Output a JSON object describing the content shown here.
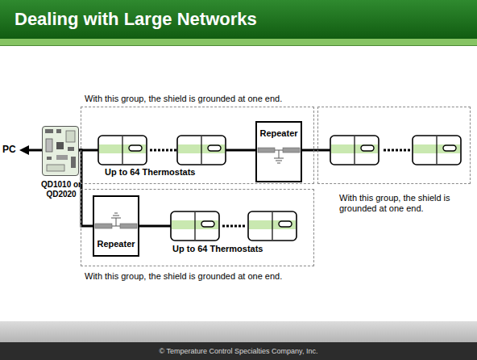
{
  "diagram": {
    "title": "Dealing with Large Networks",
    "nodes": [
      {
        "text": [
          "QD1010 or QD2020"
        ]
      },
      {
        "text": [
          "With this group, the shield is grounded at one end."
        ]
      },
      {
        "text": [
          "Repeater"
        ],
        "in": 1
      },
      {
        "text": [
          "With this group, the shield is grounded at one end."
        ]
      },
      {
        "text": [
          "With this group, the shield is grounded at one end."
        ]
      },
      {
        "text": [
          "Repeater"
        ],
        "in": 4
      }
    ],
    "edges": [
      {
        "from": 0,
        "to": 5,
        "arrow": "none"
      }
    ],
    "labels": [
      "PC",
      "Up to 64 Thermostats",
      "Up to 64 Thermostats",
      "© Temperature Control Specialties Company, Inc."
    ]
  }
}
